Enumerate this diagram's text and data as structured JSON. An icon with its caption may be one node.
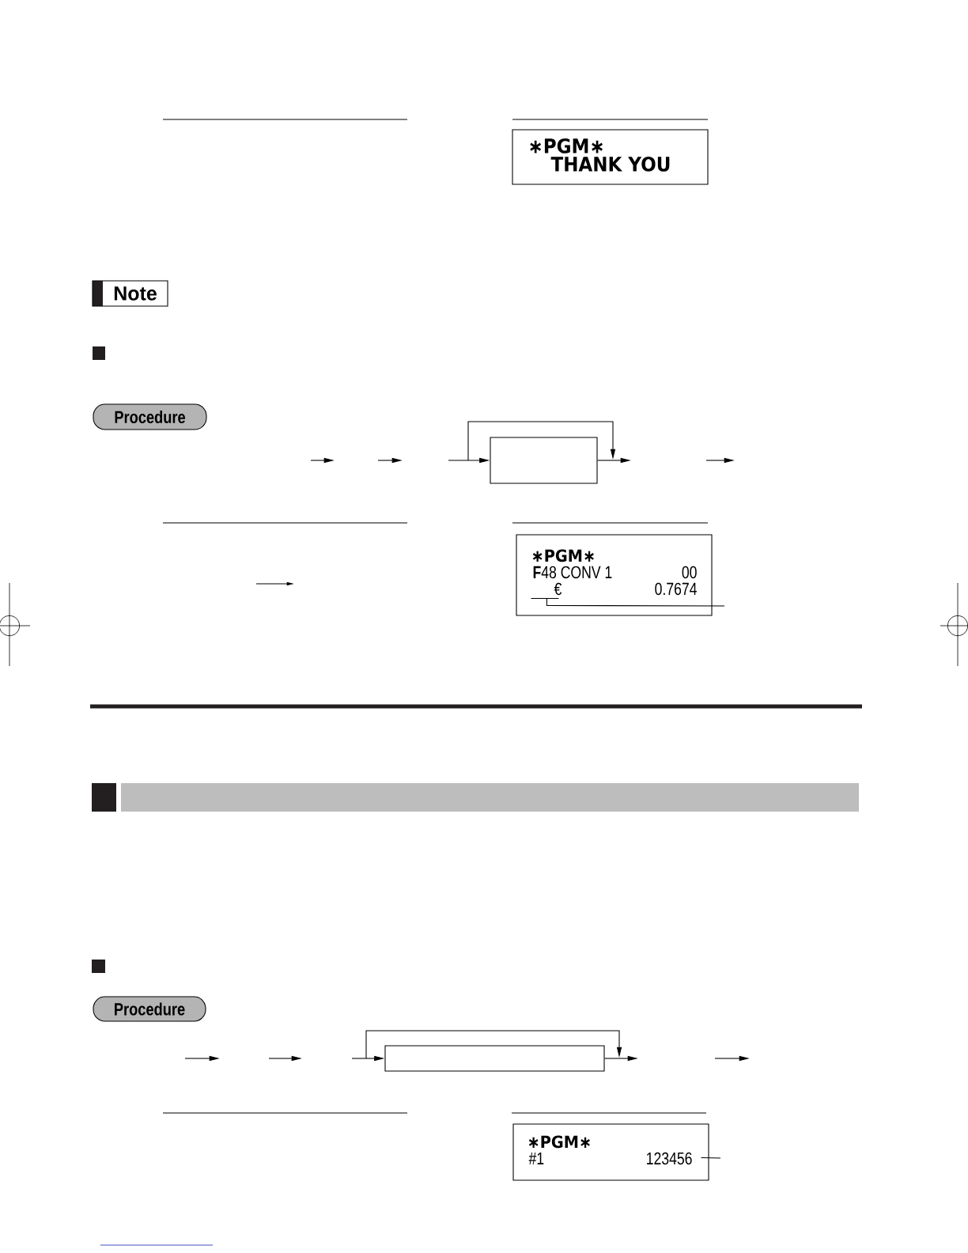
{
  "diagram": {
    "nodes": [
      {
        "text": [
          "∗PGM∗",
          "THANK YOU"
        ]
      },
      {
        "text": [
          "Note"
        ]
      },
      {
        "text": [
          "Procedure"
        ]
      },
      {
        "text": [],
        "shape": "box"
      },
      {
        "text": [
          "∗PGM∗",
          "**F**48 CONV 1",
          "00",
          "€",
          "0.7674"
        ]
      },
      {
        "text": [],
        "shape": "bar"
      },
      {
        "text": [
          "Procedure"
        ]
      },
      {
        "text": [],
        "shape": "box"
      },
      {
        "text": [
          "∗PGM∗",
          "#1",
          "123456"
        ]
      }
    ],
    "edges": [
      {
        "from": null,
        "to": 3,
        "arrow": "to"
      },
      {
        "from": 3,
        "to": null,
        "arrow": "to"
      },
      {
        "from": 4,
        "to": null,
        "arrow": "none"
      },
      {
        "from": null,
        "to": 7,
        "arrow": "to"
      },
      {
        "from": 7,
        "to": null,
        "arrow": "to"
      },
      {
        "from": 8,
        "to": null,
        "arrow": "none"
      }
    ]
  }
}
